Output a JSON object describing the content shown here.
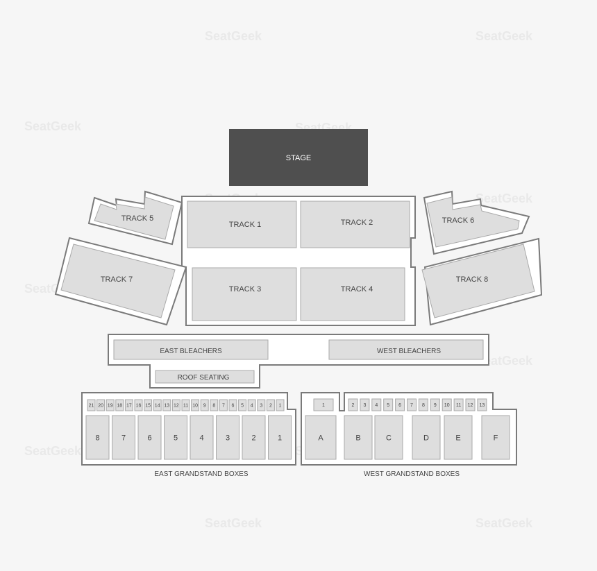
{
  "stage": {
    "label": "STAGE",
    "color": "#4f4f4f"
  },
  "track": {
    "track1": "TRACK 1",
    "track2": "TRACK 2",
    "track3": "TRACK 3",
    "track4": "TRACK 4",
    "track5": "TRACK 5",
    "track6": "TRACK 6",
    "track7": "TRACK 7",
    "track8": "TRACK 8"
  },
  "bleachers": {
    "east": "EAST BLEACHERS",
    "west": "WEST BLEACHERS",
    "roof": "ROOF SEATING"
  },
  "east_grandstand": {
    "title": "EAST GRANDSTAND BOXES",
    "small_boxes": [
      "21",
      "20",
      "19",
      "18",
      "17",
      "16",
      "15",
      "14",
      "13",
      "12",
      "11",
      "10",
      "9",
      "8",
      "7",
      "6",
      "5",
      "4",
      "3",
      "2",
      "1"
    ],
    "large_boxes": [
      "8",
      "7",
      "6",
      "5",
      "4",
      "3",
      "2",
      "1"
    ]
  },
  "west_grandstand": {
    "title": "WEST GRANDSTAND BOXES",
    "box_one": "1",
    "small_boxes": [
      "2",
      "3",
      "4",
      "5",
      "6",
      "7",
      "8",
      "9",
      "10",
      "11",
      "12",
      "13"
    ],
    "large_boxes": [
      "A",
      "B",
      "C",
      "D",
      "E",
      "F"
    ]
  },
  "watermark": "SeatGeek",
  "colors": {
    "section_fill": "#dedede",
    "section_stroke": "#a9a9a9",
    "frame_stroke": "#7a7a7a",
    "background": "#f6f6f6"
  }
}
